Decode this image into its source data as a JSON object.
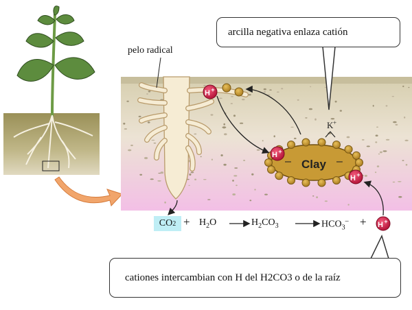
{
  "labels": {
    "root_hair": "pelo radical",
    "top_callout": "arcilla negativa enlaza catión",
    "bottom_callout": "cationes intercambian con H del H2CO3 o de la raíz",
    "clay": "Clay",
    "potassium": "K",
    "proton": "H",
    "proton_charge": "+",
    "clay_charge": "–"
  },
  "equation": {
    "co2": "CO",
    "co2_sub": "2",
    "h2o_a": "H",
    "h2o_sub": "2",
    "h2o_b": "O",
    "h2co3_a": "H",
    "h2co3_sub1": "2",
    "h2co3_b": "CO",
    "h2co3_sub2": "3",
    "hco3_a": "HCO",
    "hco3_sub": "3",
    "hco3_sup": "–",
    "plus": "+"
  },
  "colors": {
    "soil_top": "#d8d0b2",
    "soil_bottom": "#f2c3e6",
    "plant_soil": "#a89b66",
    "leaf": "#5b8a3f",
    "root_hair": "#f6ecd4",
    "clay": "#c89a35",
    "proton": "#c8143c",
    "callout_arrow": "#f1a56b",
    "co2_highlight": "#bfeef5"
  }
}
